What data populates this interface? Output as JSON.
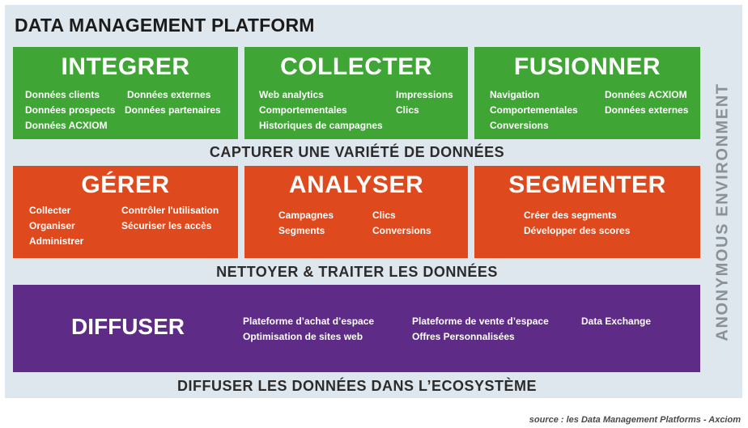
{
  "title": "DATA MANAGEMENT PLATFORM",
  "side_label": "ANONYMOUS ENVIRONMENT",
  "source": "source : les Data Management Platforms - Axciom",
  "row1": {
    "band": "CAPTURER UNE VARIÉTÉ DE DONNÉES",
    "integrer": {
      "title": "INTEGRER",
      "items": [
        "Données clients",
        "Données prospects",
        "Données ACXIOM",
        "Données externes",
        "Données partenaires"
      ]
    },
    "collecter": {
      "title": "COLLECTER",
      "items": [
        "Web analytics",
        "Comportementales",
        "Historiques de campagnes",
        "Impressions",
        "Clics"
      ]
    },
    "fusionner": {
      "title": "FUSIONNER",
      "items": [
        "Navigation",
        "Comportementales",
        "Conversions",
        "Données ACXIOM",
        "Données externes"
      ]
    }
  },
  "row2": {
    "band": "NETTOYER & TRAITER LES DONNÉES",
    "gerer": {
      "title": "GÉRER",
      "items": [
        "Collecter",
        "Organiser",
        "Administrer",
        "Contrôler l'utilisation",
        "Sécuriser  les accès"
      ]
    },
    "analyser": {
      "title": "ANALYSER",
      "items": [
        "Campagnes",
        "Segments",
        "Clics",
        "Conversions"
      ]
    },
    "segmenter": {
      "title": "SEGMENTER",
      "items": [
        "Créer des segments",
        "Développer des scores"
      ]
    }
  },
  "row3": {
    "band": "DIFFUSER LES DONNÉES DANS L’ECOSYSTÈME",
    "diffuser": {
      "title": "DIFFUSER",
      "items": [
        "Plateforme d’achat d’espace",
        "Optimisation de sites web",
        "Plateforme de vente d’espace",
        "Offres Personnalisées",
        "Data Exchange"
      ]
    }
  },
  "colors": {
    "green": "#3fa535",
    "red": "#de4a1e",
    "purple": "#5e2b86",
    "background": "#dfe7ee"
  }
}
